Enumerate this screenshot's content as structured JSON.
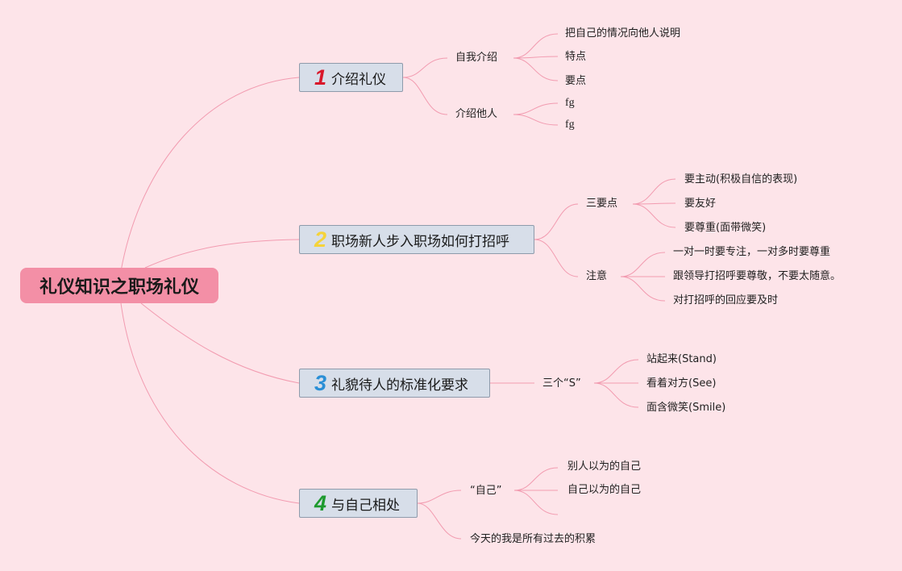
{
  "root": {
    "title": "礼仪知识之职场礼仪",
    "color": "#f38fa6"
  },
  "branches": [
    {
      "number": "1",
      "number_color": "#d9172b",
      "title": "介绍礼仪",
      "subs": [
        {
          "label": "自我介绍",
          "leaves": [
            "把自己的情况向他人说明",
            "特点",
            "要点"
          ]
        },
        {
          "label": "介绍他人",
          "leaves": [
            "fg",
            "fg"
          ]
        }
      ]
    },
    {
      "number": "2",
      "number_color": "#f5d33a",
      "title": "职场新人步入职场如何打招呼",
      "subs": [
        {
          "label": "三要点",
          "leaves": [
            "要主动(积极自信的表现)",
            "要友好",
            "要尊重(面带微笑)"
          ]
        },
        {
          "label": "注意",
          "leaves": [
            "一对一时要专注，一对多时要尊重",
            "跟领导打招呼要尊敬，不要太随意。",
            "对打招呼的回应要及时"
          ]
        }
      ]
    },
    {
      "number": "3",
      "number_color": "#2a8fd6",
      "title": "礼貌待人的标准化要求",
      "subs": [
        {
          "label": "三个“S”",
          "leaves": [
            "站起来(Stand)",
            "看着对方(See)",
            "面含微笑(Smile)"
          ]
        }
      ]
    },
    {
      "number": "4",
      "number_color": "#1e9a2e",
      "title": "与自己相处",
      "subs": [
        {
          "label": "“自己”",
          "leaves": [
            "别人以为的自己",
            "自己以为的自己"
          ]
        },
        {
          "label": "今天的我是所有过去的积累",
          "leaves": []
        }
      ]
    }
  ],
  "colors": {
    "background": "#fde4e9",
    "connector": "#f29bb0",
    "branch_fill": "#d7dee9"
  }
}
